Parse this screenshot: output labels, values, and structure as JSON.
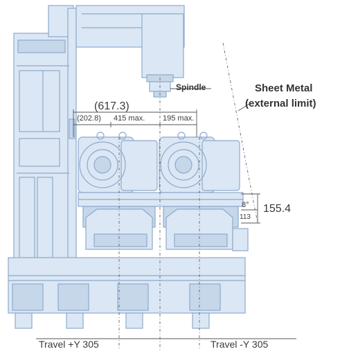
{
  "labels": {
    "spindle": "Spindle",
    "sheet_metal_line1": "Sheet Metal",
    "sheet_metal_line2": "(external limit)",
    "overall_width": "(617.3)",
    "left_offset": "(202.8)",
    "left_max": "415 max.",
    "right_max": "195 max.",
    "height_total": "155.4",
    "angle": "8°",
    "height_small": "113",
    "travel_plus": "Travel +Y 305",
    "travel_minus": "Travel -Y 305"
  },
  "colors": {
    "machine_fill": "#dbe7f4",
    "machine_stroke": "#8da9cc",
    "machine_dark": "#b9cde4",
    "dimension_line": "#555555"
  }
}
